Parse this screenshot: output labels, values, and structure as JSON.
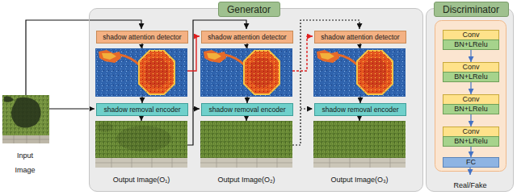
{
  "diagram": {
    "nodes": [
      {
        "text": [
          "Generator"
        ]
      },
      {
        "text": [
          "shadow attention detector"
        ],
        "in": 0
      },
      {
        "text": [
          "shadow removal encoder"
        ],
        "in": 0
      },
      {
        "text": [
          "shadow attention detector"
        ],
        "in": 0
      },
      {
        "text": [
          "shadow removal encoder"
        ],
        "in": 0
      },
      {
        "text": [
          "shadow attention detector"
        ],
        "in": 0
      },
      {
        "text": [
          "shadow removal encoder"
        ],
        "in": 0
      },
      {
        "text": [
          "Discriminator"
        ]
      },
      {
        "text": [
          "Conv"
        ],
        "in": 7
      },
      {
        "text": [
          "BN+LRelu"
        ],
        "in": 7
      },
      {
        "text": [
          "Conv"
        ],
        "in": 7
      },
      {
        "text": [
          "BN+LRelu"
        ],
        "in": 7
      },
      {
        "text": [
          "Conv"
        ],
        "in": 7
      },
      {
        "text": [
          "BN+LRelu"
        ],
        "in": 7
      },
      {
        "text": [
          "Conv"
        ],
        "in": 7
      },
      {
        "text": [
          "BN+LRelu"
        ],
        "in": 7
      },
      {
        "text": [
          "FC"
        ],
        "in": 7
      }
    ],
    "edges": [
      {
        "from": 1,
        "to": 2,
        "arrow": "to"
      },
      {
        "from": 3,
        "to": 4,
        "arrow": "to"
      },
      {
        "from": 5,
        "to": 6,
        "arrow": "to"
      },
      {
        "from": 9,
        "to": 10,
        "arrow": "to"
      },
      {
        "from": 11,
        "to": 12,
        "arrow": "to"
      },
      {
        "from": 13,
        "to": 14,
        "arrow": "to"
      },
      {
        "from": 15,
        "to": 16,
        "arrow": "to"
      }
    ],
    "labels": [
      "Input Image",
      "Output Image(O₁)",
      "Output Image(O₂)",
      "Output Image(O₃)",
      "Real/Fake"
    ]
  }
}
